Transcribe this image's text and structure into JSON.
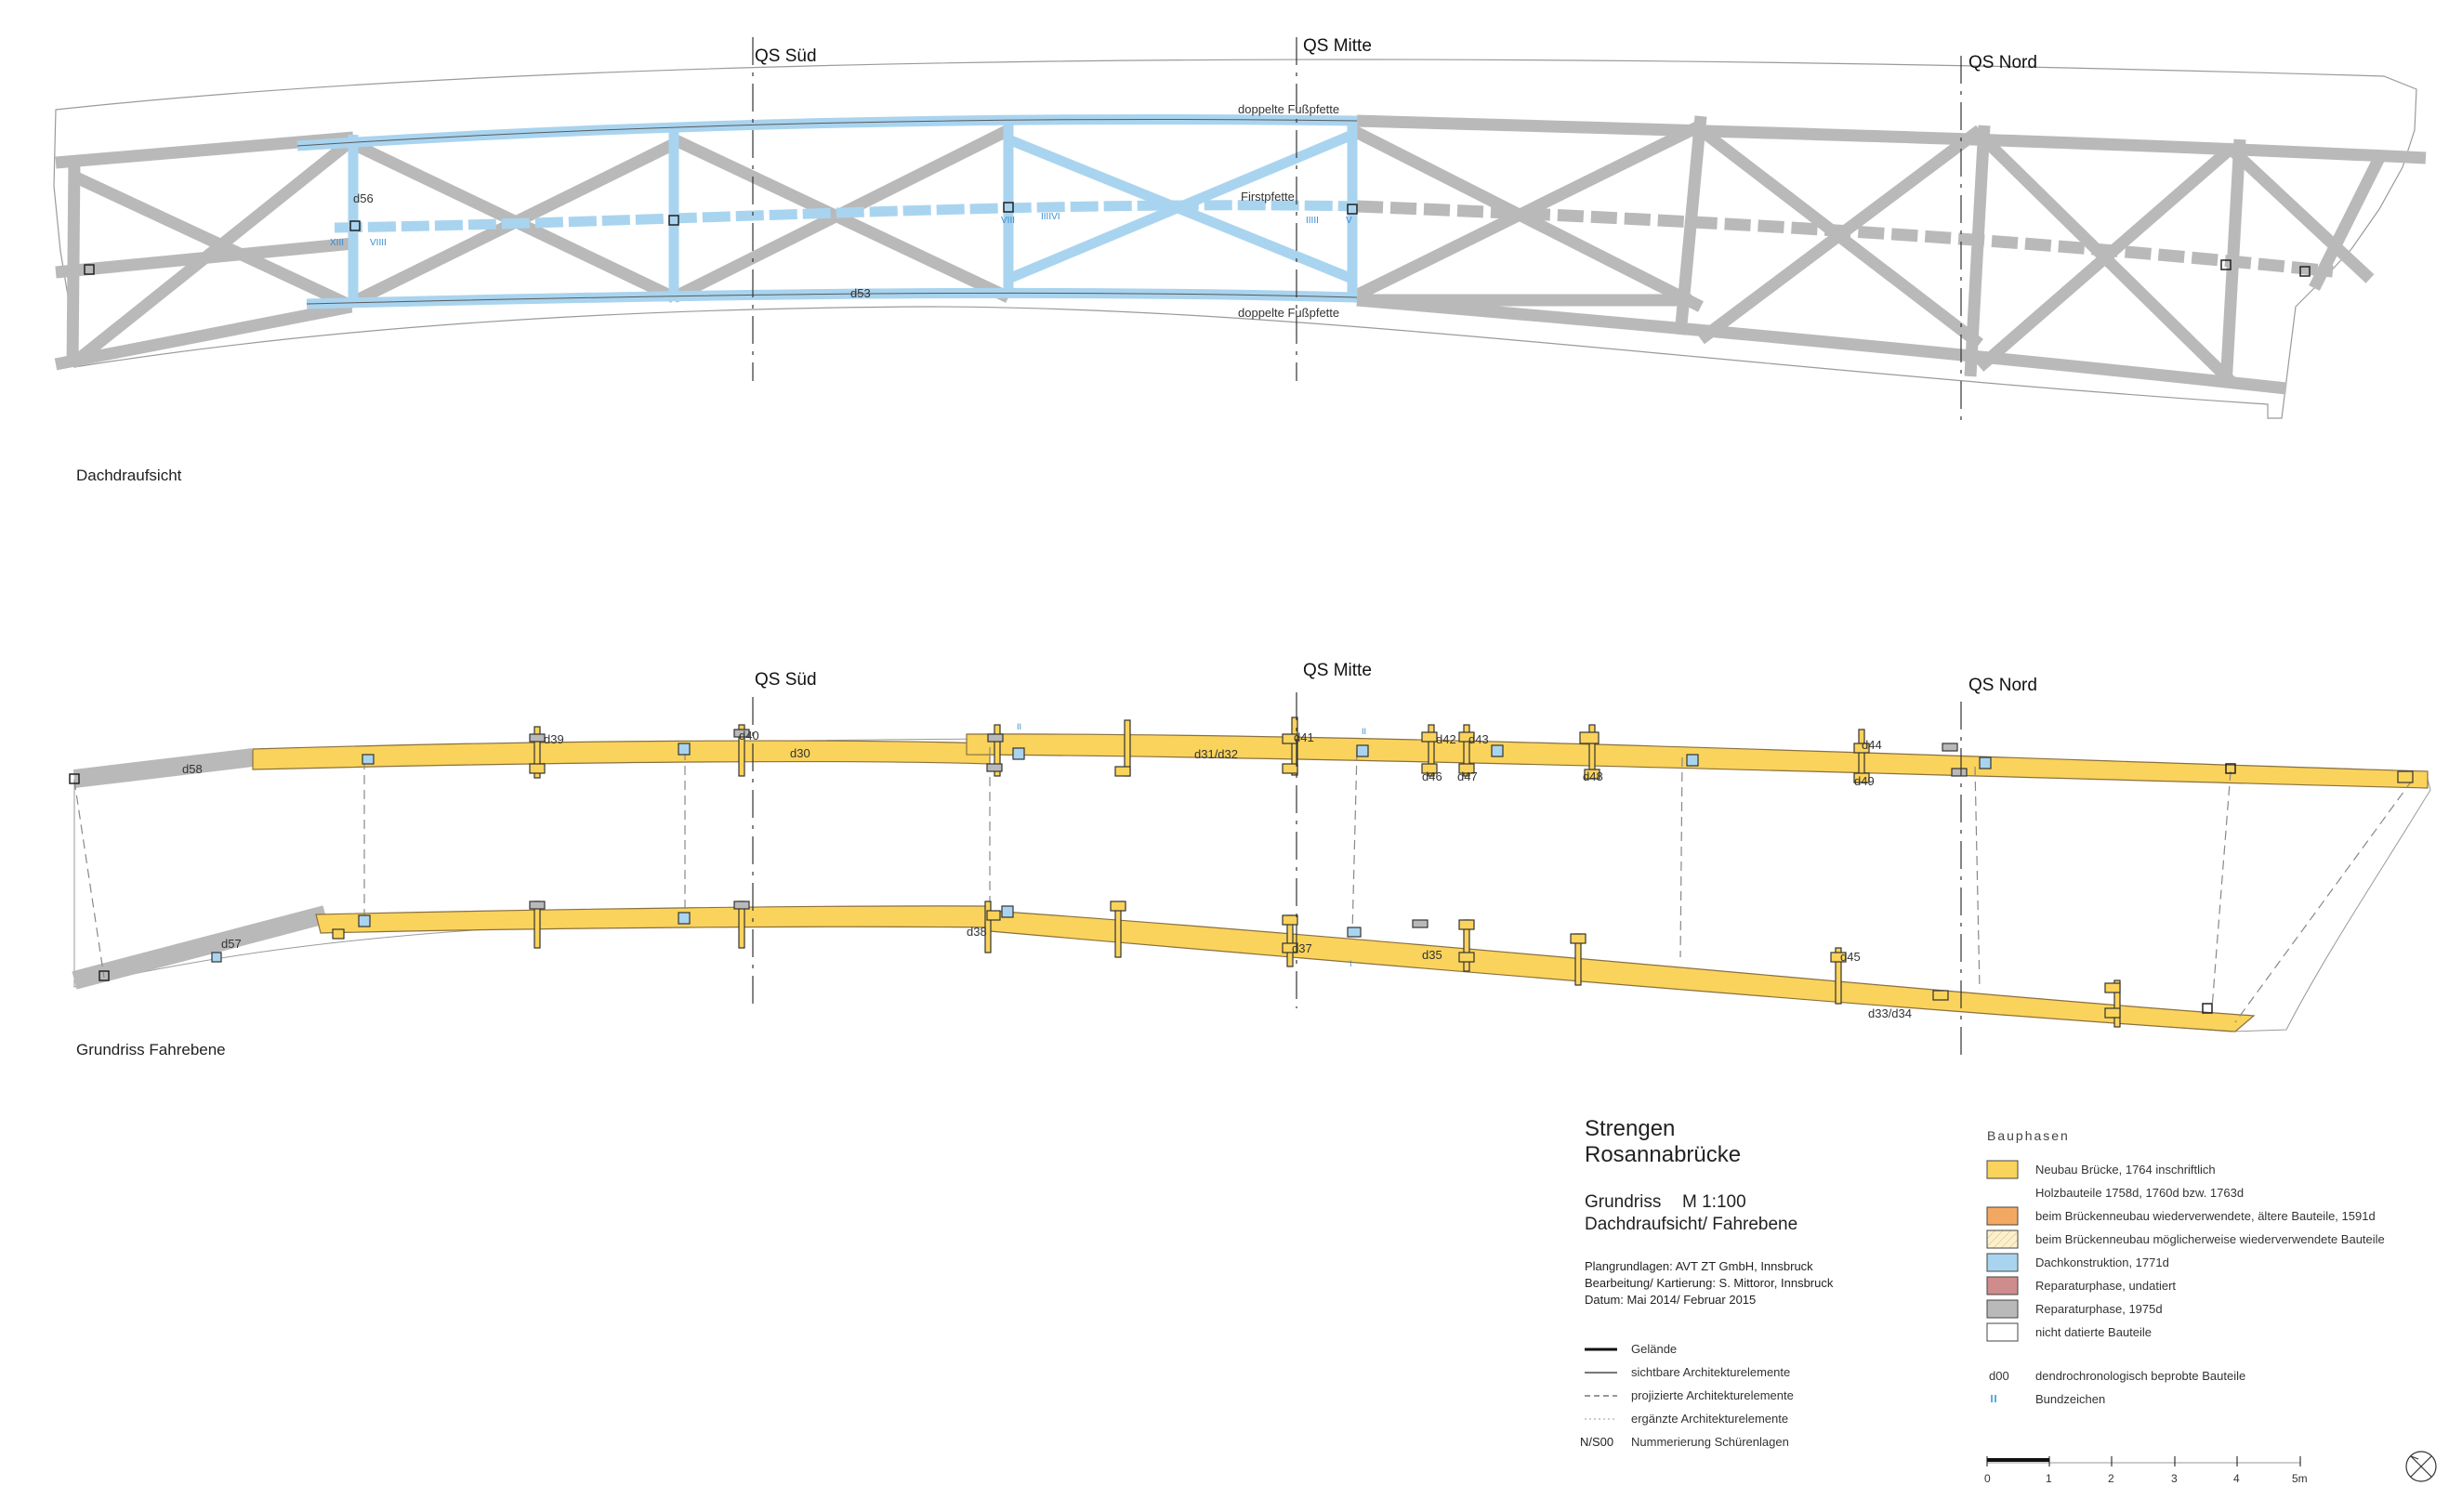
{
  "colors": {
    "yellow": "#f9d35b",
    "orange": "#f3a862",
    "cream": "#faf0cd",
    "blue": "#a9d4ef",
    "red": "#cf8c8c",
    "grey": "#b9b9b9",
    "white": "#ffffff",
    "bundzeichen": "#5aaee0"
  },
  "labels": {
    "roof_view": "Dachdraufsicht",
    "deck_plan": "Grundriss Fahrebene",
    "qs_sued": "QS Süd",
    "qs_mitte": "QS Mitte",
    "qs_nord": "QS Nord",
    "fusspfette": "doppelte Fußpfette",
    "firstpfette": "Firstpfette",
    "roof_ids": {
      "d56": "d56",
      "d53": "d53"
    },
    "roman": {
      "xiii": "XIII",
      "viiii": "VIIII",
      "viii": "VIII",
      "iiiivi": "IIIIVI",
      "iiiii": "IIIII",
      "v": "V"
    },
    "deck_ids": {
      "d58": "d58",
      "d57": "d57",
      "d39": "d39",
      "d40": "d40",
      "d30": "d30",
      "d41": "d41",
      "d31d32": "d31/d32",
      "d42": "d42",
      "d43": "d43",
      "d46": "d46",
      "d47": "d47",
      "d48": "d48",
      "d44": "d44",
      "d49": "d49",
      "d38": "d38",
      "d37": "d37",
      "d35": "d35",
      "d45": "d45",
      "d33d34": "d33/d34"
    },
    "bund_marks": {
      "a": "II",
      "b": "II",
      "c": "I"
    }
  },
  "title_block": {
    "place": "Strengen",
    "object": "Rosannabrücke",
    "plan_type": "Grundriss",
    "scale": "M 1:100",
    "views": "Dachdraufsicht/ Fahrebene",
    "basis": "Plangrundlagen:  AVT ZT GmbH, Innsbruck",
    "mapping": "Bearbeitung/ Kartierung:  S. Mittoror, Innsbruck",
    "date": "Datum:  Mai 2014/ Februar 2015"
  },
  "line_legend": [
    {
      "key": "gelaende",
      "label": "Gelände"
    },
    {
      "key": "sichtbar",
      "label": "sichtbare Architekturelemente"
    },
    {
      "key": "projiziert",
      "label": "projizierte Architekturelemente"
    },
    {
      "key": "ergaenzt",
      "label": "ergänzte Architekturelemente"
    },
    {
      "key": "nummerierung",
      "symbol": "N/S00",
      "label": "Nummerierung Schürenlagen"
    }
  ],
  "bauphasen": {
    "title": "Bauphasen",
    "items": [
      {
        "color": "#f9d35b",
        "label": "Neubau Brücke, 1764 inschriftlich",
        "sub": "Holzbauteile 1758d, 1760d bzw. 1763d"
      },
      {
        "color": "#f3a862",
        "label": "beim Brückenneubau wiederverwendete, ältere Bauteile, 1591d"
      },
      {
        "color": "#faf0cd",
        "label": "beim Brückenneubau möglicherweise wiederverwendete Bauteile",
        "hatched": true
      },
      {
        "color": "#a9d4ef",
        "label": "Dachkonstruktion, 1771d"
      },
      {
        "color": "#cf8c8c",
        "label": "Reparaturphase, undatiert"
      },
      {
        "color": "#b9b9b9",
        "label": "Reparaturphase, 1975d"
      },
      {
        "color": "#ffffff",
        "label": "nicht datierte Bauteile"
      }
    ],
    "d00_symbol": "d00",
    "d00_label": "dendrochronologisch beprobte Bauteile",
    "bund_label": "Bundzeichen"
  },
  "scalebar": {
    "ticks": [
      "0",
      "1",
      "2",
      "3",
      "4",
      "5m"
    ]
  }
}
